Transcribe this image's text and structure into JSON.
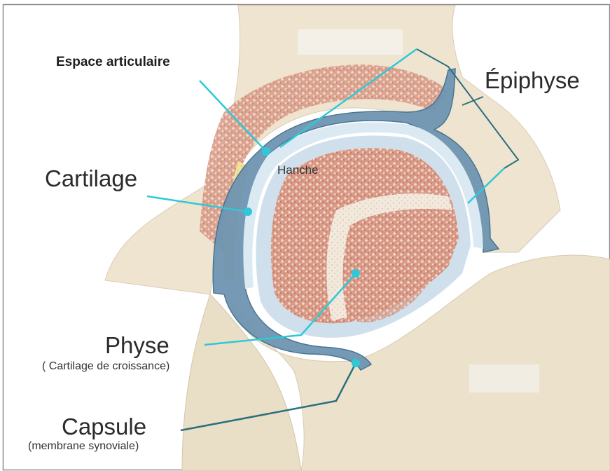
{
  "labels": {
    "espace_articulaire": "Espace articulaire",
    "epiphyse": "Épiphyse",
    "cartilage": "Cartilage",
    "hanche": "Hanche",
    "physe": "Physe",
    "physe_sub": "( Cartilage de croissance)",
    "capsule": "Capsule",
    "capsule_sub": "(membrane synoviale)"
  },
  "colors": {
    "leader": "#2fc8d8",
    "bracket": "#2a6f80",
    "bone": "#efe7d2",
    "marrow": "#d58e7b",
    "cartilage": "#d3e4ef",
    "capsule": "#6f95b2"
  }
}
